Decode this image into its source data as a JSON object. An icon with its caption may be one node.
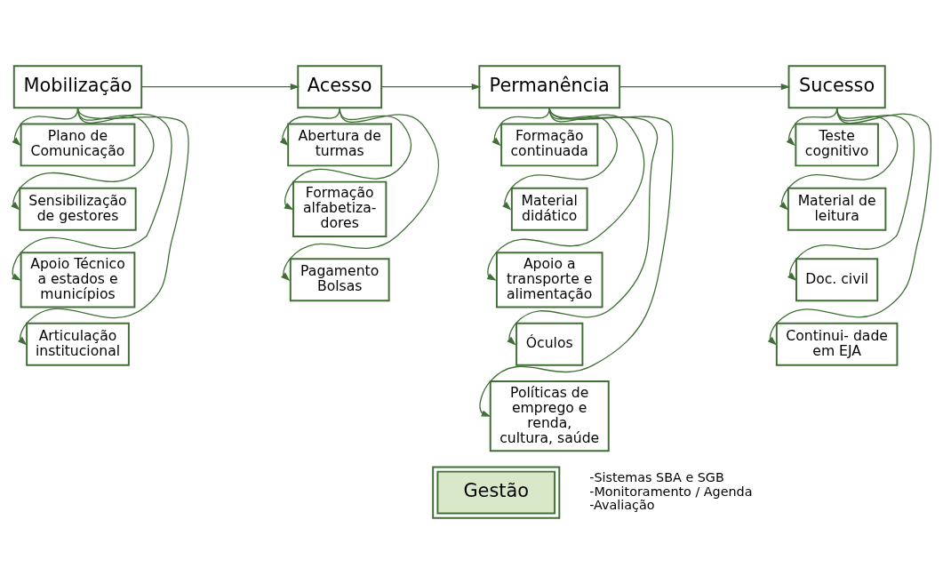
{
  "diagram": {
    "nodes": [
      {
        "text": [
          "Mobilização"
        ]
      },
      {
        "text": [
          "Acesso"
        ]
      },
      {
        "text": [
          "Permanência"
        ]
      },
      {
        "text": [
          "Sucesso"
        ]
      },
      {
        "text": [
          "Plano de Comunicação"
        ]
      },
      {
        "text": [
          "Sensibilização de gestores"
        ]
      },
      {
        "text": [
          "Apoio Técnico a estados e municípios"
        ]
      },
      {
        "text": [
          "Articulação institucional"
        ]
      },
      {
        "text": [
          "Abertura de turmas"
        ]
      },
      {
        "text": [
          "Formação alfabetiza- dores"
        ]
      },
      {
        "text": [
          "Pagamento Bolsas"
        ]
      },
      {
        "text": [
          "Formação continuada"
        ]
      },
      {
        "text": [
          "Material didático"
        ]
      },
      {
        "text": [
          "Apoio a transporte e alimentação"
        ]
      },
      {
        "text": [
          "Óculos"
        ]
      },
      {
        "text": [
          "Políticas de emprego e renda, cultura, saúde"
        ]
      },
      {
        "text": [
          "Teste cognitivo"
        ]
      },
      {
        "text": [
          "Material de leitura"
        ]
      },
      {
        "text": [
          "Doc. civil"
        ]
      },
      {
        "text": [
          "Continui- dade em EJA"
        ]
      },
      {
        "text": [
          "Gestão"
        ],
        "beside": [
          "-Sistemas SBA e SGB",
          "-Monitoramento / Agenda",
          "-Avaliação"
        ]
      }
    ],
    "edges": [
      {
        "from": 0,
        "to": 1,
        "arrow": "to"
      },
      {
        "from": 1,
        "to": 2,
        "arrow": "to"
      },
      {
        "from": 2,
        "to": 3,
        "arrow": "to"
      },
      {
        "from": 0,
        "to": 4,
        "arrow": "to"
      },
      {
        "from": 0,
        "to": 5,
        "arrow": "to"
      },
      {
        "from": 0,
        "to": 6,
        "arrow": "to"
      },
      {
        "from": 0,
        "to": 7,
        "arrow": "to"
      },
      {
        "from": 1,
        "to": 8,
        "arrow": "to"
      },
      {
        "from": 1,
        "to": 9,
        "arrow": "to"
      },
      {
        "from": 1,
        "to": 10,
        "arrow": "to"
      },
      {
        "from": 2,
        "to": 11,
        "arrow": "to"
      },
      {
        "from": 2,
        "to": 12,
        "arrow": "to"
      },
      {
        "from": 2,
        "to": 13,
        "arrow": "to"
      },
      {
        "from": 2,
        "to": 14,
        "arrow": "to"
      },
      {
        "from": 2,
        "to": 15,
        "arrow": "to"
      },
      {
        "from": 3,
        "to": 16,
        "arrow": "to"
      },
      {
        "from": 3,
        "to": 17,
        "arrow": "to"
      },
      {
        "from": 3,
        "to": 18,
        "arrow": "to"
      },
      {
        "from": 3,
        "to": 19,
        "arrow": "to"
      }
    ]
  }
}
